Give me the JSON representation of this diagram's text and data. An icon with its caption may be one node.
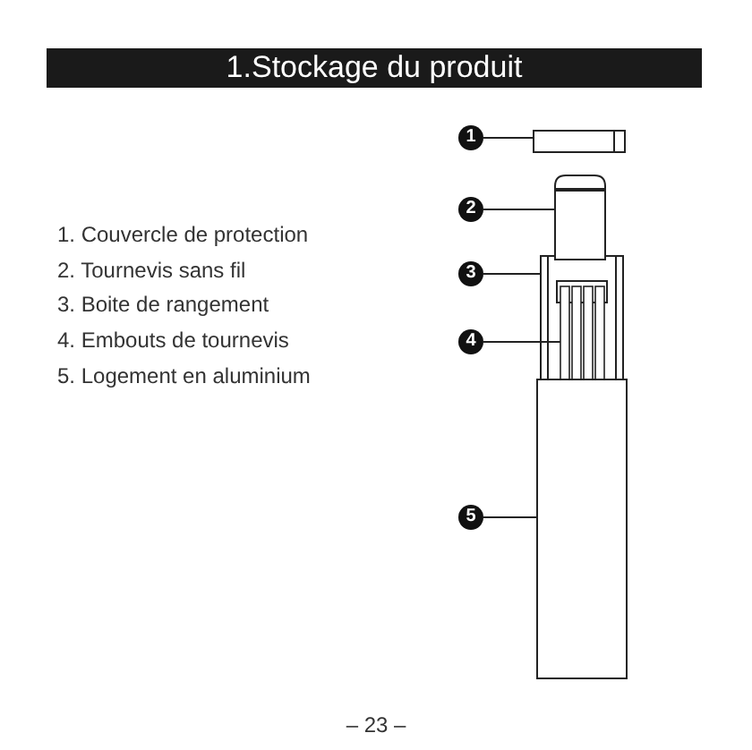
{
  "diagram": {
    "title": "1.Stockage du produit",
    "nodes": [
      {
        "text": [
          "1"
        ]
      },
      {
        "text": [
          "2"
        ]
      },
      {
        "text": [
          "3"
        ]
      },
      {
        "text": [
          "4"
        ]
      },
      {
        "text": [
          "5"
        ]
      },
      {
        "text": [],
        "shape": "box"
      },
      {
        "text": [],
        "shape": "box"
      },
      {
        "text": [],
        "shape": "box"
      },
      {
        "text": [],
        "shape": "box",
        "in": 7
      },
      {
        "text": [],
        "shape": "box"
      }
    ],
    "edges": [
      {
        "from": 0,
        "to": 5,
        "arrow": "none"
      },
      {
        "from": 1,
        "to": 6,
        "arrow": "none"
      },
      {
        "from": 2,
        "to": 7,
        "arrow": "none"
      },
      {
        "from": 3,
        "to": 8,
        "arrow": "none"
      },
      {
        "from": 4,
        "to": 9,
        "arrow": "none"
      }
    ],
    "labels": [
      "1. Couvercle de protection",
      "2. Tournevis sans fil",
      "3. Boite de rangement",
      "4. Embouts de tournevis",
      "5. Logement en aluminium",
      "– 23 –"
    ]
  }
}
